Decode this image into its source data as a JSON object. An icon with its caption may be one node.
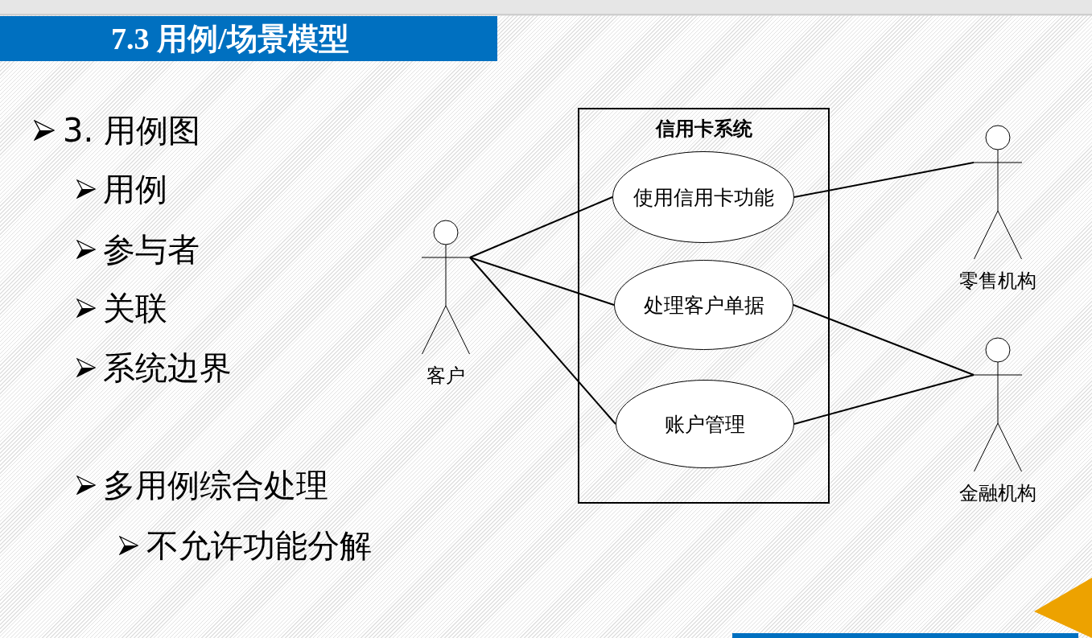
{
  "diagram": {
    "title": "7.3 用例/场景模型",
    "nodes": [
      {
        "text": [
          "信用卡系统"
        ]
      },
      {
        "text": [
          "使用信用卡功能"
        ],
        "in": 0
      },
      {
        "text": [
          "处理客户单据"
        ],
        "in": 0
      },
      {
        "text": [
          "账户管理"
        ],
        "in": 0
      },
      {
        "text": [
          "客户"
        ]
      },
      {
        "text": [
          "零售机构"
        ]
      },
      {
        "text": [
          "金融机构"
        ]
      }
    ],
    "edges": [
      {
        "from": 4,
        "to": 1,
        "arrow": "none"
      },
      {
        "from": 4,
        "to": 2,
        "arrow": "none"
      },
      {
        "from": 4,
        "to": 3,
        "arrow": "none"
      },
      {
        "from": 1,
        "to": 5,
        "arrow": "none"
      },
      {
        "from": 2,
        "to": 6,
        "arrow": "none"
      },
      {
        "from": 3,
        "to": 6,
        "arrow": "none"
      }
    ],
    "labels": [
      "3. 用例图",
      "用例",
      "参与者",
      "关联",
      "系统边界",
      "多用例综合处理",
      "不允许功能分解"
    ]
  }
}
